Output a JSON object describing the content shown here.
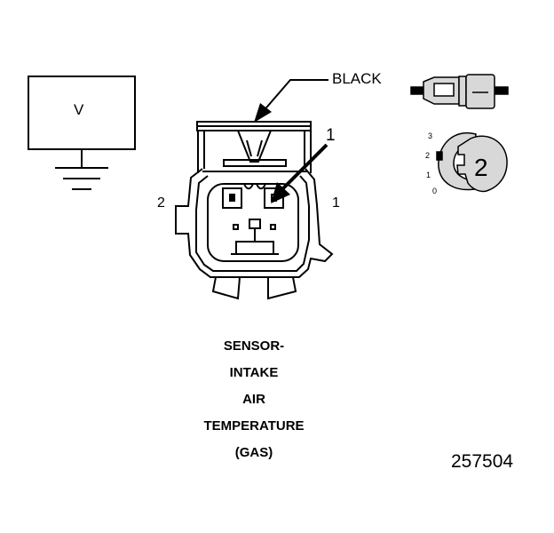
{
  "meter": {
    "label": "V"
  },
  "connector": {
    "color_label": "BLACK",
    "pin_callout": "1",
    "side_label_left": "2",
    "side_label_right": "1"
  },
  "terminal_view": {
    "terminal_number": "2",
    "positions": [
      "3",
      "2",
      "1",
      "0"
    ]
  },
  "caption": {
    "lines": [
      "SENSOR-",
      "INTAKE",
      "AIR",
      "TEMPERATURE",
      "(GAS)"
    ]
  },
  "figure_number": "257504",
  "colors": {
    "line": "#000000",
    "background": "#ffffff",
    "terminal_fill": "#d8d8d8"
  }
}
